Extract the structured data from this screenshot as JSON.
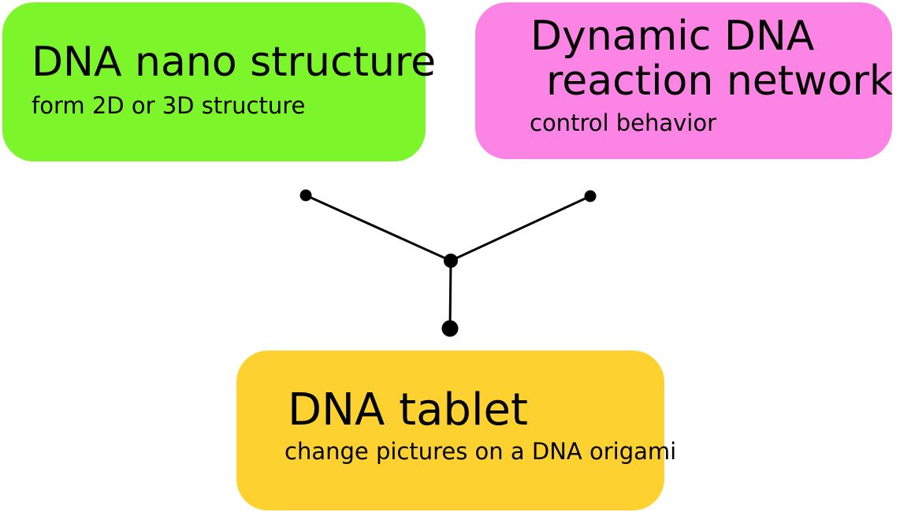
{
  "diagram": {
    "nodes": {
      "nano_structure": {
        "title": "DNA nano structure",
        "subtitle": "form 2D or 3D structure",
        "color": "#7df52b"
      },
      "reaction_network": {
        "title_line1": "Dynamic DNA",
        "title_line2": "reaction network",
        "subtitle": "control behavior",
        "color": "#fb84e4"
      },
      "dna_tablet": {
        "title": "DNA tablet",
        "subtitle": "change pictures on a DNA origami",
        "color": "#fdd130"
      }
    },
    "connector": {
      "color": "#000000"
    }
  }
}
